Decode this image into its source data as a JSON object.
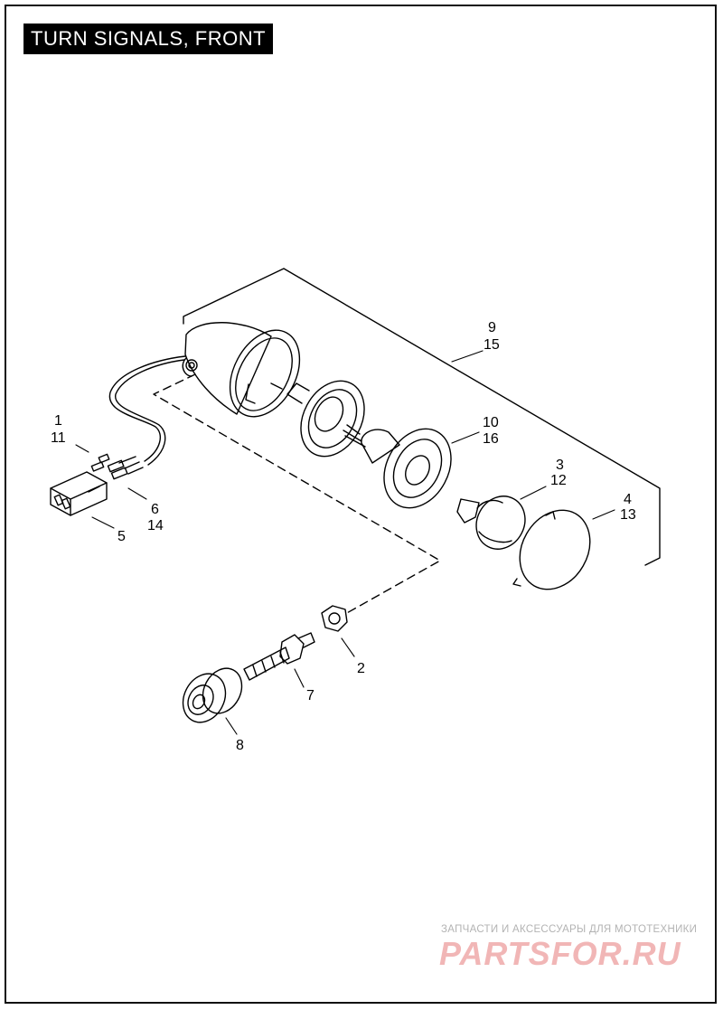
{
  "title": "TURN SIGNALS, FRONT",
  "callouts": [
    {
      "id": "1",
      "label": "1"
    },
    {
      "id": "11",
      "label": "11"
    },
    {
      "id": "2",
      "label": "2"
    },
    {
      "id": "3",
      "label": "3"
    },
    {
      "id": "12",
      "label": "12"
    },
    {
      "id": "4",
      "label": "4"
    },
    {
      "id": "13",
      "label": "13"
    },
    {
      "id": "5",
      "label": "5"
    },
    {
      "id": "6",
      "label": "6"
    },
    {
      "id": "14",
      "label": "14"
    },
    {
      "id": "7",
      "label": "7"
    },
    {
      "id": "8",
      "label": "8"
    },
    {
      "id": "9",
      "label": "9"
    },
    {
      "id": "15",
      "label": "15"
    },
    {
      "id": "10",
      "label": "10"
    },
    {
      "id": "16",
      "label": "16"
    }
  ],
  "watermark": {
    "tagline": "ЗАПЧАСТИ И АКСЕССУАРЫ ДЛЯ МОТОТЕХНИКИ",
    "logo": "PARTSFOR.RU"
  },
  "colors": {
    "line": "#000000",
    "title_bg": "#000000",
    "title_text": "#ffffff",
    "watermark_logo": "#f1b6b6",
    "watermark_text": "#b3b3b3"
  }
}
